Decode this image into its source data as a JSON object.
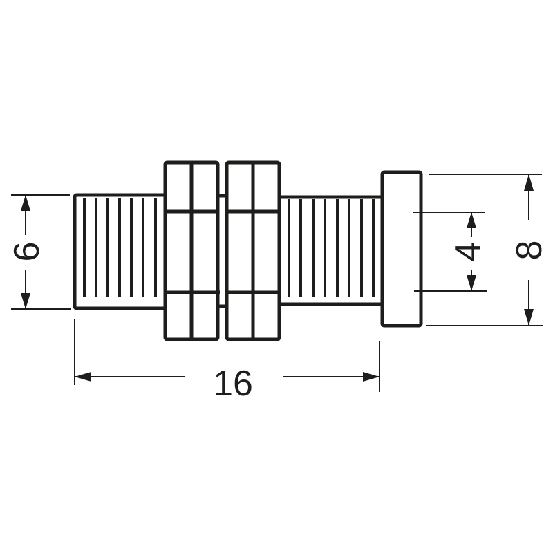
{
  "drawing": {
    "subject": "threaded bushing with two hex nuts and flanged head",
    "colors": {
      "line": "#1d1d1b",
      "background": "#ffffff"
    }
  },
  "dimensions": {
    "thread_diameter": {
      "value": "6",
      "orientation": "vertical",
      "side": "left"
    },
    "bore_diameter": {
      "value": "4",
      "orientation": "vertical",
      "side": "right"
    },
    "head_diameter": {
      "value": "8",
      "orientation": "vertical",
      "side": "right"
    },
    "overall_length": {
      "value": "16",
      "orientation": "horizontal",
      "side": "bottom"
    }
  },
  "components": [
    {
      "name": "left threaded section",
      "thread_lines": 7
    },
    {
      "name": "hex nut 1"
    },
    {
      "name": "hex nut 2"
    },
    {
      "name": "right threaded section",
      "thread_lines": 8
    },
    {
      "name": "flange head"
    }
  ]
}
